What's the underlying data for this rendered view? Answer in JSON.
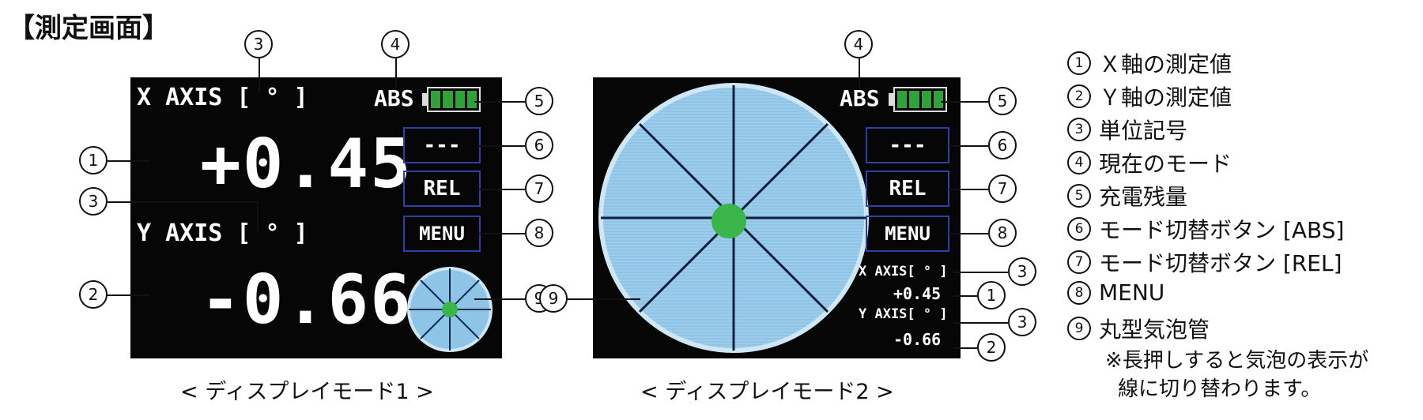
{
  "title": "【測定画面】",
  "screen1": {
    "x_axis_label": "X AXIS [ ° ]",
    "x_value": "+0.45",
    "y_axis_label": "Y AXIS [ ° ]",
    "y_value": "-0.66",
    "mode": "ABS",
    "buttons": {
      "abs": "---",
      "rel": "REL",
      "menu": "MENU"
    },
    "caption": "< ディスプレイモード1 >"
  },
  "screen2": {
    "mode": "ABS",
    "buttons": {
      "abs": "---",
      "rel": "REL",
      "menu": "MENU"
    },
    "x_axis_label": "X AXIS[ ° ]",
    "x_value": "+0.45",
    "y_axis_label": "Y AXIS[ ° ]",
    "y_value": "-0.66",
    "caption": "< ディスプレイモード2 >"
  },
  "callouts": {
    "c1": "1",
    "c2": "2",
    "c3": "3",
    "c4": "4",
    "c5": "5",
    "c6": "6",
    "c7": "7",
    "c8": "8",
    "c9": "9"
  },
  "legend": [
    {
      "num": "1",
      "text": "Ｘ軸の測定値"
    },
    {
      "num": "2",
      "text": "Ｙ軸の測定値"
    },
    {
      "num": "3",
      "text": "単位記号"
    },
    {
      "num": "4",
      "text": "現在のモード"
    },
    {
      "num": "5",
      "text": "充電残量"
    },
    {
      "num": "6",
      "text": "モード切替ボタン [ABS]"
    },
    {
      "num": "7",
      "text": "モード切替ボタン [REL]"
    },
    {
      "num": "8",
      "text": "MENU"
    },
    {
      "num": "9",
      "text": "丸型気泡管"
    }
  ],
  "note_line1": "※長押しすると気泡の表示が",
  "note_line2": "線に切り替わります。",
  "colors": {
    "screen": "#060606",
    "button_border": "#2e3fa8",
    "battery": "#2fa33a",
    "vial": "#8ec5e6",
    "bubble": "#39b54a"
  }
}
